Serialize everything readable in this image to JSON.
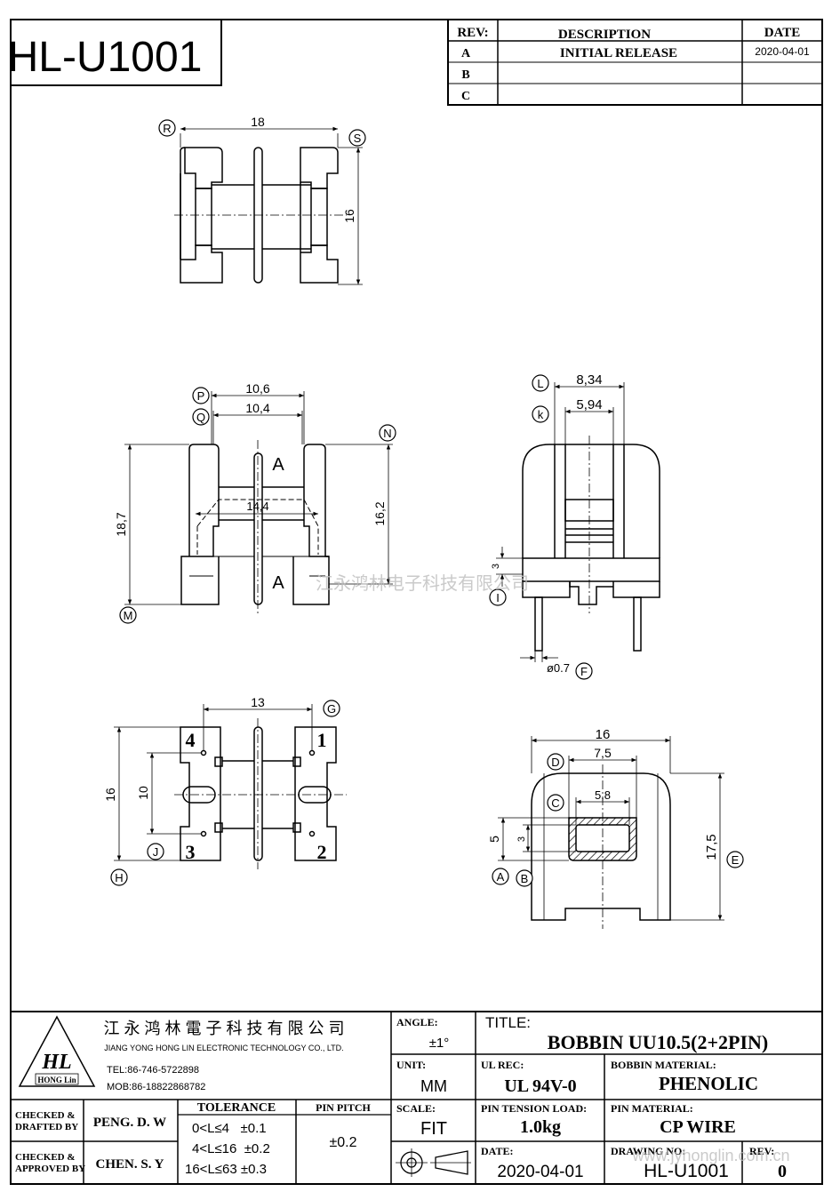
{
  "part_number": "HL-U1001",
  "revision_table": {
    "headers": {
      "rev": "REV:",
      "description": "DESCRIPTION",
      "date": "DATE"
    },
    "rows": [
      {
        "rev": "A",
        "description": "INITIAL  RELEASE",
        "date": "2020-04-01"
      },
      {
        "rev": "B",
        "description": "",
        "date": ""
      },
      {
        "rev": "C",
        "description": "",
        "date": ""
      }
    ]
  },
  "views": {
    "top": {
      "dims": {
        "width": "18",
        "height": "16"
      },
      "labels": {
        "left": "R",
        "right": "S"
      }
    },
    "front": {
      "dims": {
        "top1": "10,6",
        "top2": "10,4",
        "inner": "14,4",
        "left_height": "18,7",
        "right_height": "16,2"
      },
      "labels": {
        "p": "P",
        "q": "Q",
        "n": "N",
        "m": "M"
      },
      "section_marks": [
        "A",
        "A"
      ]
    },
    "side": {
      "dims": {
        "top1": "8,34",
        "top2": "5,94",
        "small": "3",
        "pin_dia": "ø0.7"
      },
      "labels": {
        "l": "L",
        "k": "k",
        "i": "I",
        "f": "F"
      }
    },
    "bottom": {
      "dims": {
        "top": "13",
        "height": "16",
        "pitch": "10"
      },
      "labels": {
        "g": "G",
        "j": "J",
        "h": "H"
      },
      "pins": [
        "1",
        "2",
        "3",
        "4"
      ]
    },
    "section": {
      "dims": {
        "width": "16",
        "mid": "7,5",
        "inner": "5,8",
        "left_h": "5",
        "small_h": "3",
        "height": "17,5"
      },
      "labels": {
        "d": "D",
        "c": "C",
        "a": "A",
        "b": "B",
        "e": "E"
      }
    }
  },
  "watermark": "江永鸿林电子科技有限公司",
  "watermark_url": "www.jyhonglin.com.cn",
  "title_block": {
    "company_cn": "江 永 鸿 林 電 子 科 技 有 限 公 司",
    "company_en": "JIANG YONG HONG LIN ELECTRONIC TECHNOLOGY CO., LTD.",
    "logo_text": "HL",
    "logo_sub": "HONG Lin",
    "tel": "TEL:86-746-5722898",
    "mob": "MOB:86-18822868782",
    "angle_label": "ANGLE:",
    "angle_value": "±1°",
    "title_label": "TITLE:",
    "title_value": "BOBBIN UU10.5(2+2PIN)",
    "unit_label": "UNIT:",
    "unit_value": "MM",
    "ul_label": "UL REC:",
    "ul_value": "UL 94V-0",
    "bobbin_material_label": "BOBBIN MATERIAL:",
    "bobbin_material_value": "PHENOLIC",
    "checked_drafted_label1": "CHECKED &",
    "checked_drafted_label2": "DRAFTED BY",
    "drafted_by": "PENG. D. W",
    "tolerance_label": "TOLERANCE",
    "tolerance_rows": [
      "0<L≤4   ±0.1",
      "4<L≤16  ±0.2",
      "16<L≤63 ±0.3"
    ],
    "pin_pitch_label": "PIN PITCH",
    "pin_pitch_value": "±0.2",
    "scale_label": "SCALE:",
    "scale_value": "FIT",
    "pin_tension_label": "PIN TENSION LOAD:",
    "pin_tension_value": "1.0kg",
    "pin_material_label": "PIN MATERIAL:",
    "pin_material_value": "CP WIRE",
    "checked_approved_label1": "CHECKED &",
    "checked_approved_label2": "APPROVED BY",
    "approved_by": "CHEN. S. Y",
    "date_label": "DATE:",
    "date_value": "2020-04-01",
    "drawing_no_label": "DRAWING NO:",
    "drawing_no_value": "HL-U1001",
    "rev_label": "REV:",
    "rev_value": "0"
  }
}
